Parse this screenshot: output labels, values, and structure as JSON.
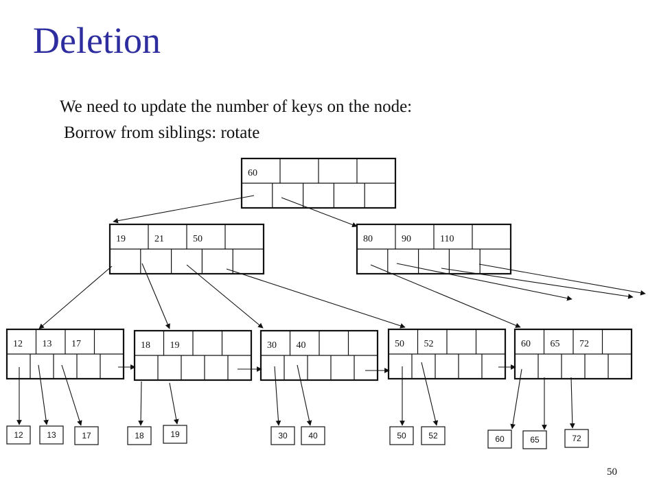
{
  "slide": {
    "title": "Deletion",
    "line1": "We need to update the number  of keys on the node:",
    "line2": "Borrow from siblings:  rotate",
    "page_number": "50"
  },
  "colors": {
    "title": "#2e2d9f",
    "highlight_key": "#e8201c",
    "ink": "#111111"
  },
  "tree": {
    "root": {
      "keys": [
        "60",
        "",
        "",
        ""
      ]
    },
    "internal": [
      {
        "keys": [
          "19",
          "21",
          "50",
          ""
        ]
      },
      {
        "keys": [
          "80",
          "90",
          "110",
          ""
        ]
      }
    ],
    "leaf_nodes": [
      {
        "keys": [
          "12",
          "13",
          "17",
          ""
        ]
      },
      {
        "keys": [
          "18",
          "19",
          "",
          ""
        ],
        "highlight_index": 0
      },
      {
        "keys": [
          "30",
          "40",
          "",
          ""
        ]
      },
      {
        "keys": [
          "50",
          "52",
          "",
          ""
        ]
      },
      {
        "keys": [
          "60",
          "65",
          "72",
          ""
        ]
      }
    ],
    "records": [
      "12",
      "13",
      "17",
      "18",
      "19",
      "30",
      "40",
      "50",
      "52",
      "60",
      "65",
      "72"
    ]
  }
}
